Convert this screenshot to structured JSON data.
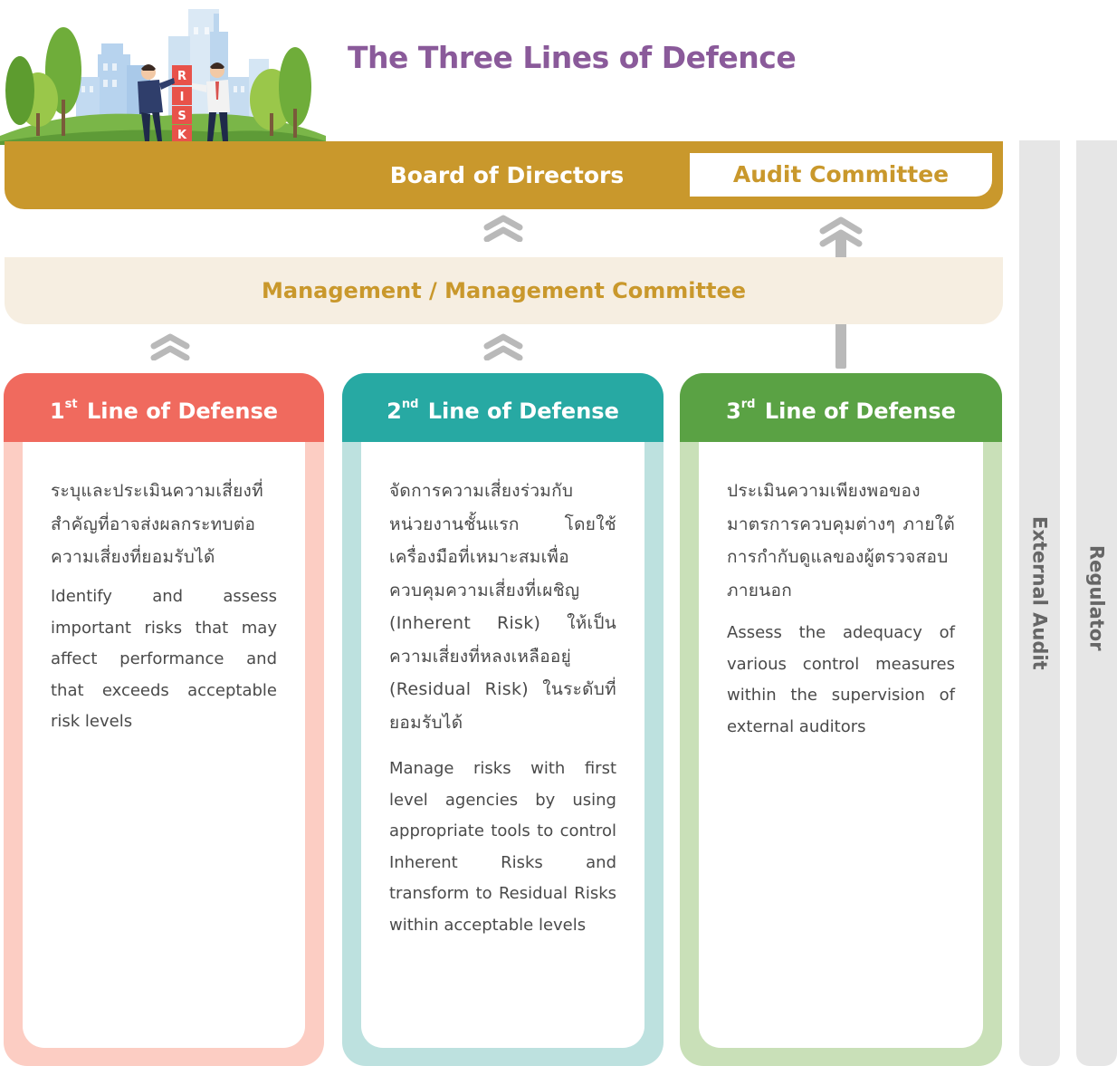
{
  "title": "The Three Lines of Defence",
  "illustration": {
    "blocks": [
      "R",
      "I",
      "S",
      "K"
    ]
  },
  "board": {
    "label": "Board of Directors",
    "audit_committee": "Audit Committee"
  },
  "management": {
    "label": "Management / Management Committee"
  },
  "lines": [
    {
      "ordinal": "1",
      "suffix": "st",
      "label": "Line of Defense",
      "thai": "ระบุและประเมินความเสี่ยงที่สำคัญที่อาจส่งผลกระทบต่อความเสี่ยงที่ยอมรับได้",
      "english": "Identify and assess important risks that may affect performance and that exceeds acceptable risk levels",
      "color": "#f06a5e",
      "bg_color": "#fccdc3"
    },
    {
      "ordinal": "2",
      "suffix": "nd",
      "label": "Line of Defense",
      "thai": "จัดการความเสี่ยงร่วมกับหน่วยงานชั้นแรก โดยใช้เครื่องมือที่เหมาะสมเพื่อควบคุมความเสี่ยงที่เผชิญ (Inherent Risk) ให้เป็นความเสี่ยงที่หลงเหลืออยู่ (Residual Risk) ในระดับที่ยอมรับได้",
      "english": "Manage risks with first level agencies by using appropriate tools to control Inherent Risks and transform to Residual Risks within acceptable levels",
      "color": "#27a9a3",
      "bg_color": "#bde1df"
    },
    {
      "ordinal": "3",
      "suffix": "rd",
      "label": "Line of Defense",
      "thai": "ประเมินความเพียงพอของมาตรการควบคุมต่างๆ ภายใต้การกำกับดูแลของผู้ตรวจสอบภายนอก",
      "english": "Assess the adequacy of various control measures within the supervision of external auditors",
      "color": "#5aa244",
      "bg_color": "#c9e0b8"
    }
  ],
  "external_audit": "External Audit",
  "regulator": "Regulator",
  "colors": {
    "title": "#8a5a9a",
    "gold": "#c9982c",
    "management_bg": "#f6eee1",
    "arrow": "#b9b9b9",
    "side_bar": "#e6e6e6",
    "side_text": "#666666"
  }
}
